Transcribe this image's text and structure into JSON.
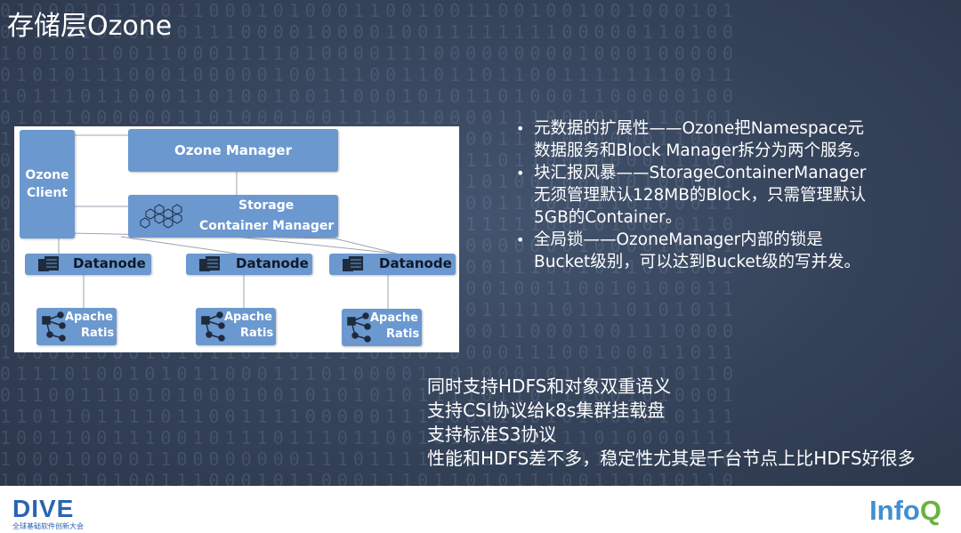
{
  "slide": {
    "title": "存储层Ozone"
  },
  "diagram": {
    "ozone_client": "Ozone\nClient",
    "ozone_manager": "Ozone Manager",
    "scm_line1": "Storage",
    "scm_line2": "Container Manager",
    "datanodes": [
      "Datanode",
      "Datanode",
      "Datanode"
    ],
    "ratis": [
      {
        "line1": "Apache",
        "line2": "Ratis"
      },
      {
        "line1": "Apache",
        "line2": "Ratis"
      },
      {
        "line1": "Apache",
        "line2": "Ratis"
      }
    ]
  },
  "bullets": [
    "元数据的扩展性——Ozone把Namespace元数据服务和Block Manager拆分为两个服务。",
    "块汇报风暴——StorageContainerManager无须管理默认128MB的Block，只需管理默认5GB的Container。",
    "全局锁——OzoneManager内部的锁是Bucket级别，可以达到Bucket级的写并发。"
  ],
  "lower_lines": [
    "同时支持HDFS和对象双重语义",
    "支持CSI协议给k8s集群挂载盘",
    "支持标准S3协议",
    "性能和HDFS差不多，稳定性尤其是千台节点上比HDFS好很多"
  ],
  "footer": {
    "dive_logo": "DIVE",
    "dive_subtitle": "全球基础软件创新大会",
    "infoq_main": "Info",
    "infoq_q": "Q"
  }
}
